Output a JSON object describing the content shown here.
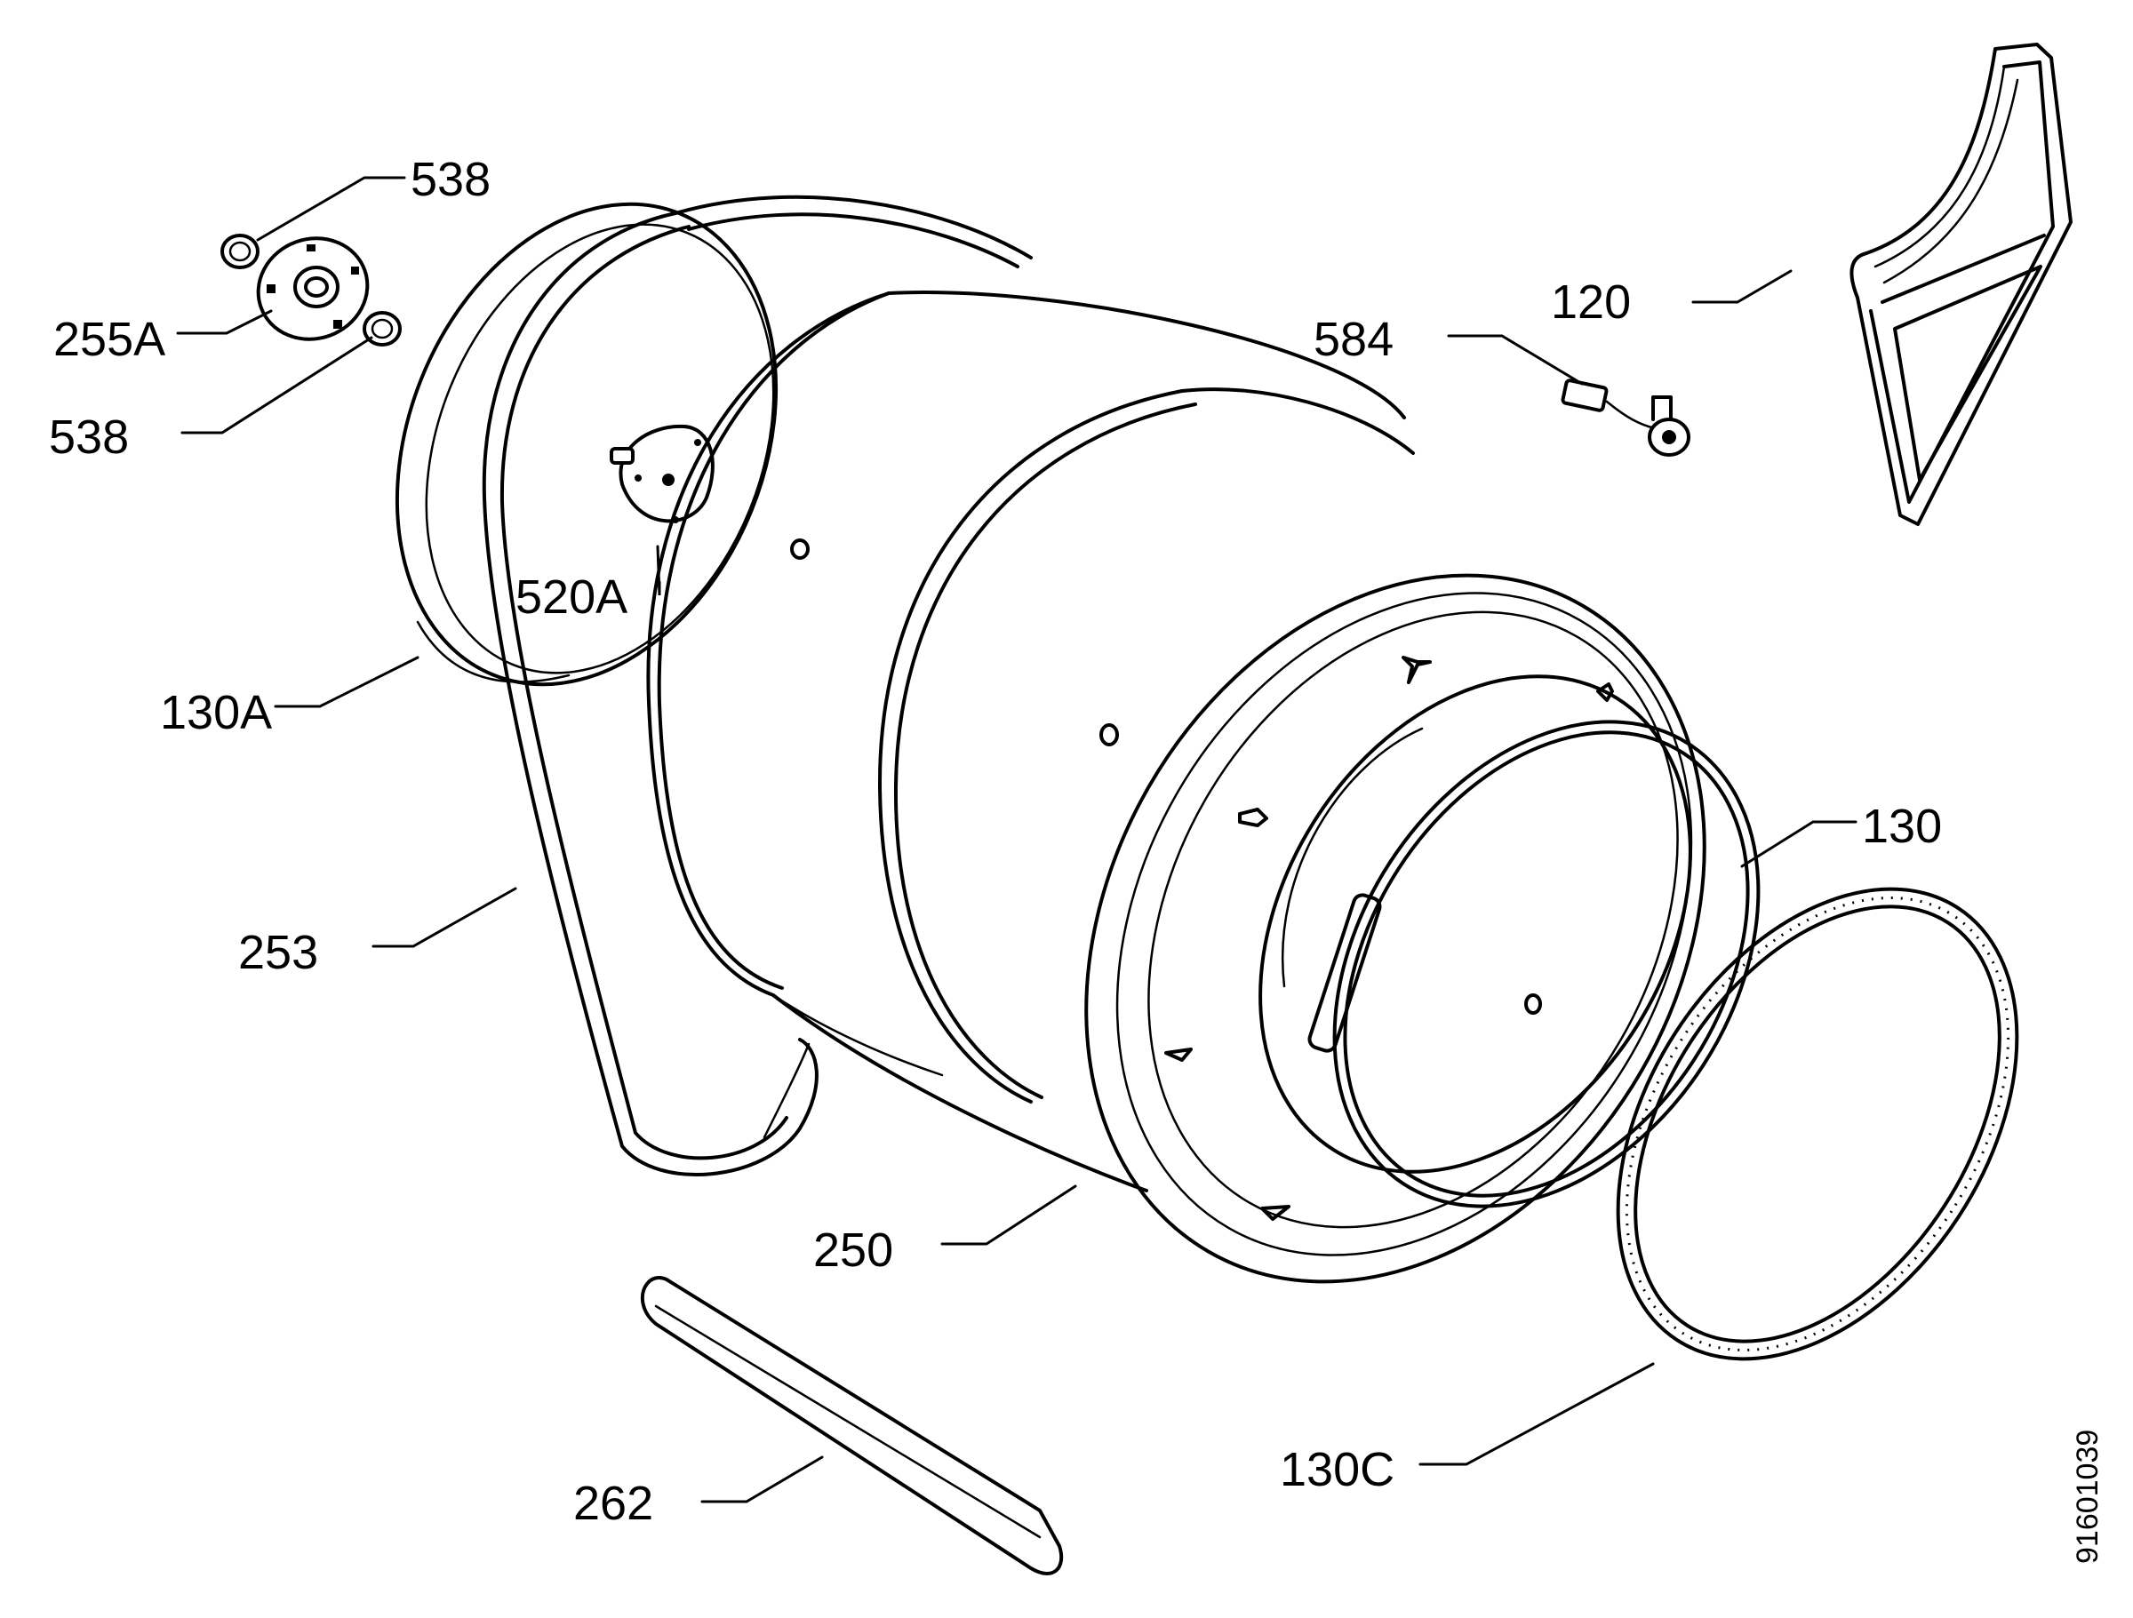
{
  "labels": {
    "l538a": "538",
    "l255a": "255A",
    "l538b": "538",
    "l520a": "520A",
    "l130a": "130A",
    "l253": "253",
    "l250": "250",
    "l262": "262",
    "l584": "584",
    "l120": "120",
    "l130": "130",
    "l130c": "130C"
  },
  "doc_id": "91601039"
}
